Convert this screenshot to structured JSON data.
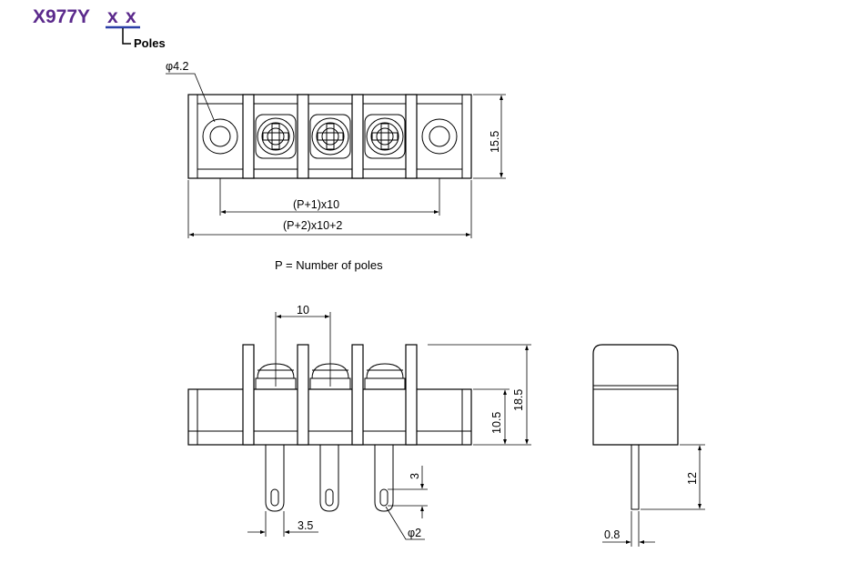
{
  "title": {
    "part_prefix": "X977Y",
    "suffix_1": "x",
    "suffix_2": "x",
    "poles_label": "Poles",
    "accent_color": "#5b2a8c"
  },
  "top_view": {
    "hole_diameter": "φ4.2",
    "height_dim": "15.5",
    "inner_width_dim": "(P+1)x10",
    "total_width_dim": "(P+2)x10+2",
    "poles": 3
  },
  "note": "P = Number of poles",
  "front_view": {
    "pitch_dim": "10",
    "total_height_dim": "18.5",
    "body_height_dim": "10.5",
    "slot_dim": "3",
    "pin_offset_dim": "3.5",
    "pin_hole_dim": "φ2"
  },
  "side_view": {
    "pin_length_dim": "12",
    "pin_width_dim": "0.8"
  }
}
